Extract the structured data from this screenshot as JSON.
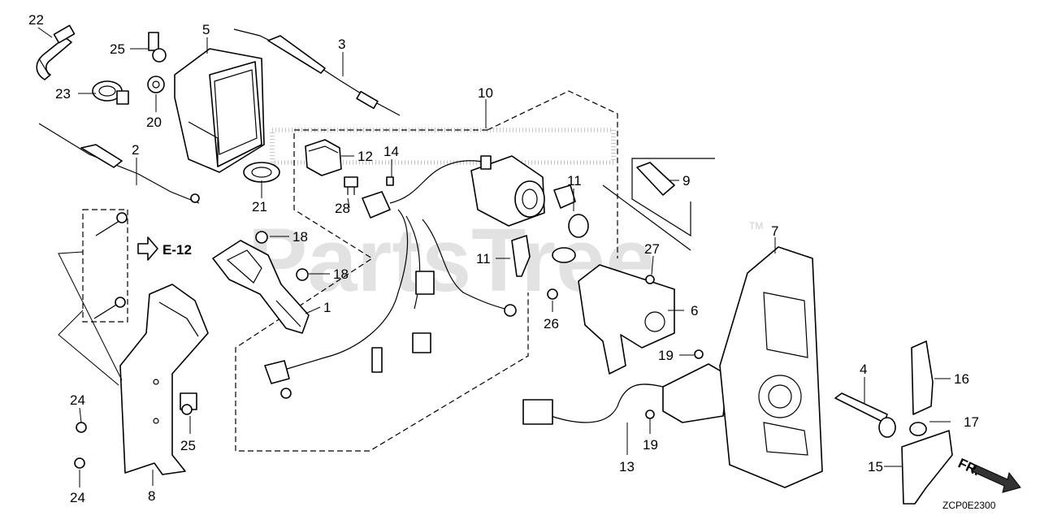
{
  "diagram": {
    "callouts": [
      {
        "id": "c22",
        "text": "22"
      },
      {
        "id": "c25a",
        "text": "25"
      },
      {
        "id": "c5",
        "text": "5"
      },
      {
        "id": "c3",
        "text": "3"
      },
      {
        "id": "c23",
        "text": "23"
      },
      {
        "id": "c20",
        "text": "20"
      },
      {
        "id": "c2",
        "text": "2"
      },
      {
        "id": "c10",
        "text": "10"
      },
      {
        "id": "c12",
        "text": "12"
      },
      {
        "id": "c14",
        "text": "14"
      },
      {
        "id": "c21",
        "text": "21"
      },
      {
        "id": "c28",
        "text": "28"
      },
      {
        "id": "c11a",
        "text": "11"
      },
      {
        "id": "c9",
        "text": "9"
      },
      {
        "id": "c7",
        "text": "7"
      },
      {
        "id": "c18a",
        "text": "18"
      },
      {
        "id": "c18b",
        "text": "18"
      },
      {
        "id": "c27",
        "text": "27"
      },
      {
        "id": "c11b",
        "text": "11"
      },
      {
        "id": "c1",
        "text": "1"
      },
      {
        "id": "c6",
        "text": "6"
      },
      {
        "id": "c26",
        "text": "26"
      },
      {
        "id": "c19a",
        "text": "19"
      },
      {
        "id": "c4",
        "text": "4"
      },
      {
        "id": "c16",
        "text": "16"
      },
      {
        "id": "c24a",
        "text": "24"
      },
      {
        "id": "c25b",
        "text": "25"
      },
      {
        "id": "c17",
        "text": "17"
      },
      {
        "id": "c19b",
        "text": "19"
      },
      {
        "id": "c13",
        "text": "13"
      },
      {
        "id": "c15",
        "text": "15"
      },
      {
        "id": "c24b",
        "text": "24"
      },
      {
        "id": "c8",
        "text": "8"
      }
    ],
    "reference_label": "E-12",
    "direction_label": "FR.",
    "diagram_code": "ZCP0E2300",
    "watermark": "PartsTree",
    "trademark": "TM"
  }
}
